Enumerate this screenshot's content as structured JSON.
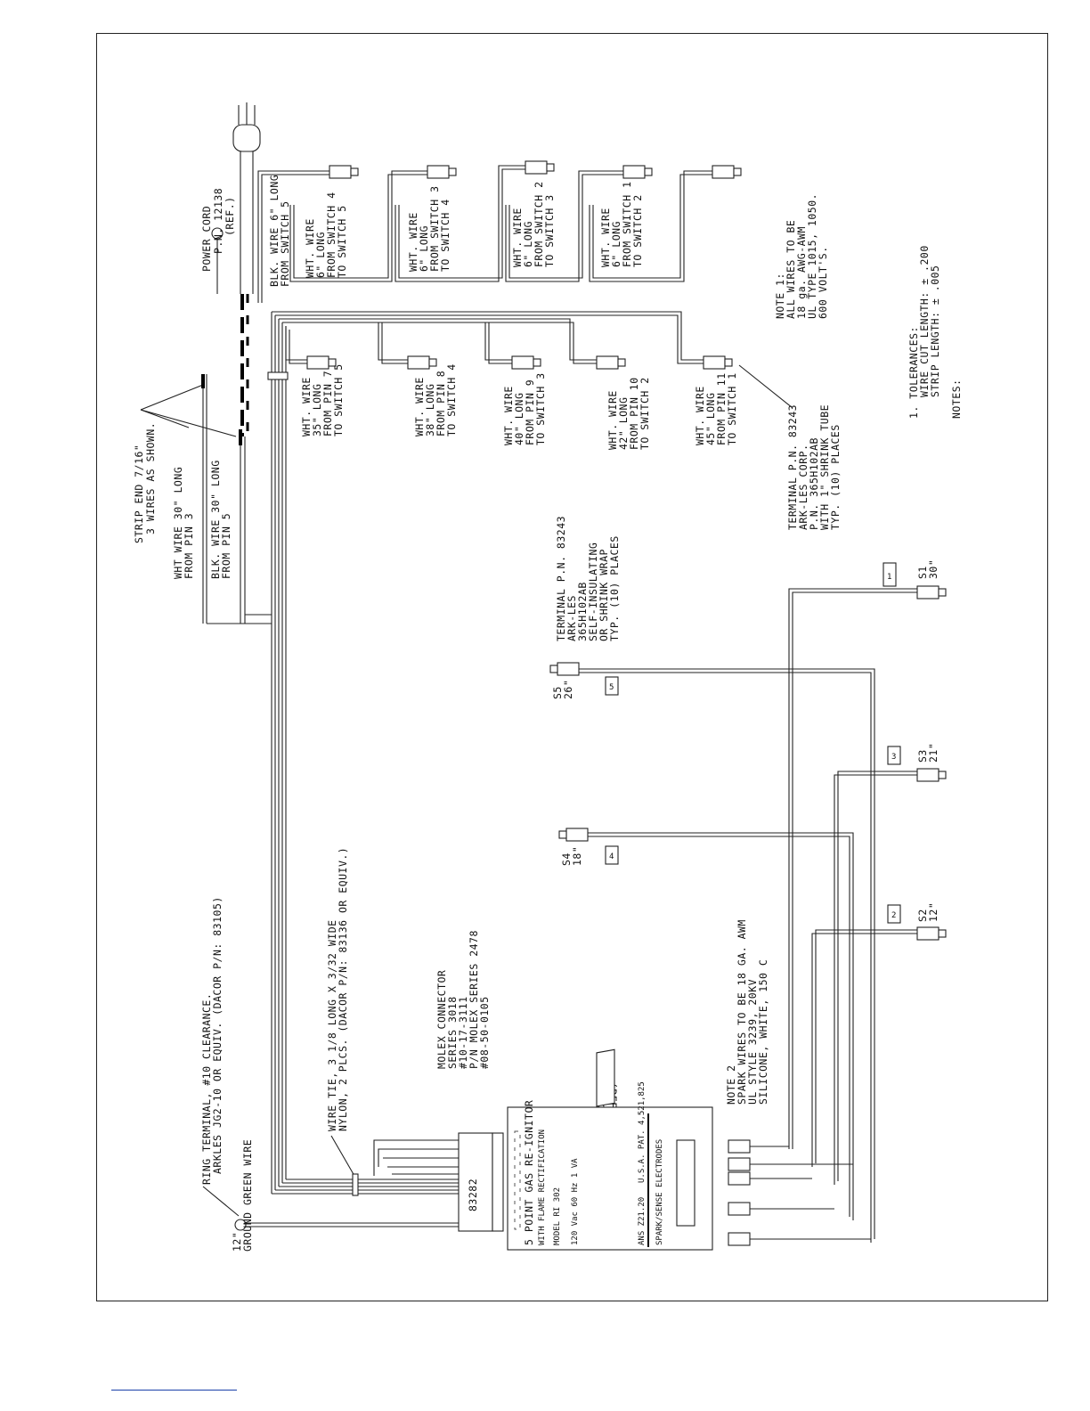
{
  "labels": {
    "power_cord": [
      "POWER CORD",
      "P.N. 12138",
      "(REF.)"
    ],
    "blk_wire_6": [
      "BLK. WIRE 6\" LONG",
      "FROM SWITCH 5"
    ],
    "sw_wire_a": [
      "WHT. WIRE",
      "6\" LONG",
      "FROM SWITCH 4",
      "TO SWITCH 5"
    ],
    "sw_wire_b": [
      "WHT. WIRE",
      "6\" LONG",
      "FROM SWITCH 3",
      "TO SWITCH 4"
    ],
    "sw_wire_c": [
      "WHT. WIRE",
      "6\" LONG",
      "FROM SWITCH 2",
      "TO SWITCH 3"
    ],
    "sw_wire_d": [
      "WHT. WIRE",
      "6\" LONG",
      "FROM SWITCH 1",
      "TO SWITCH 2"
    ],
    "note1": [
      "NOTE 1:",
      "ALL WIRES TO BE",
      "18 ga. AWG-AWM",
      "UL TYPE 1015, 1050.",
      "600 VOLT'S."
    ],
    "tolerances": [
      "1. TOLERANCES:",
      "WIRE CUT LENGTH: ± .200",
      "STRIP LENGTH: ± .005",
      "NOTES:"
    ],
    "strip_end": [
      "STRIP END 7/16\"",
      "3 WIRES AS SHOWN."
    ],
    "wht_wire_30": [
      "WHT WIRE 30\" LONG",
      "FROM PIN 3"
    ],
    "blk_wire_30": [
      "BLK. WIRE 30\" LONG",
      "FROM PIN 5"
    ],
    "pin7": [
      "WHT. WIRE",
      "35\" LONG",
      "FROM PIN 7",
      "TO SWITCH 5"
    ],
    "pin8": [
      "WHT. WIRE",
      "38\" LONG",
      "FROM PIN 8",
      "TO SWITCH 4"
    ],
    "pin9": [
      "WHT. WIRE",
      "40\" LONG",
      "FROM PIN 9",
      "TO SWITCH 3"
    ],
    "pin10": [
      "WHT. WIRE",
      "42\" LONG",
      "FROM PIN 10",
      "TO SWITCH 2"
    ],
    "pin11": [
      "WHT. WIRE",
      "45\" LONG",
      "FROM PIN 11",
      "TO SWITCH 1"
    ],
    "terminal_main": [
      "TERMINAL P.N. 83243",
      "ARK-LES CORP.",
      "P.N. 365H102AB",
      "WITH 1\" SHRINK TUBE",
      "TYP. (10) PLACES"
    ],
    "terminal_spark": [
      "TERMINAL P.N. 83243",
      "ARK-LES",
      "365H102AB",
      "SELF-INSULATING",
      "OR SHRINK WRAP",
      "TYP. (10) PLACES"
    ],
    "s5": [
      "S5",
      "26\""
    ],
    "s1": [
      "S1",
      "30\""
    ],
    "s4": [
      "S4",
      "18\""
    ],
    "s3": [
      "S3",
      "21\""
    ],
    "s2": [
      "S2",
      "12\""
    ],
    "ring_terminal": [
      "RING TERMINAL, #10 CLEARANCE.",
      "ARKLES JG2-10 OR EQUIV. (DACOR P/N: 83105)"
    ],
    "wire_tie": [
      "WIRE TIE, 3 1/8 LONG X 3/32 WIDE",
      "NYLON, 2 PLCS. (DACOR P/N: 83136 OR EQUIV.)"
    ],
    "molex": [
      "MOLEX CONNECTOR",
      "SERIES 3018",
      "#10-17-3111",
      "P/N MOLEX SERIES 2478",
      "#08-50-0105"
    ],
    "pn_ref": [
      "P.N. 82317",
      "(REF.)"
    ],
    "ground": [
      "12\"",
      "GROUND GREEN WIRE"
    ],
    "note2": [
      "NOTE 2",
      "SPARK WIRES TO BE 18 GA. AWM",
      "UL STYLE 3239, 20KV",
      "SILICONE, WHITE, 150 C"
    ],
    "module": [
      "5 POINT GAS RE-IGNITOR",
      "WITH FLAME RECTIFICATION",
      "MODEL RI 302",
      "120 Vac 60 Hz 1 VA",
      "ANS Z21.20",
      "U.S.A. PAT. 4,521,825",
      "SPARK/SENSE ELECTRODES"
    ],
    "connector_pn": "83282",
    "marker_1": "1",
    "marker_2": "2",
    "marker_3": "3",
    "marker_4": "4",
    "marker_5": "5"
  }
}
